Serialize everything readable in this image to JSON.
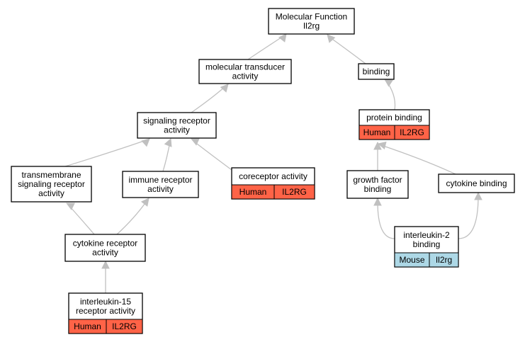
{
  "diagram": {
    "colors": {
      "human": "#ff6347",
      "mouse": "#add8e6",
      "edge": "#c0c0c0"
    },
    "nodes": {
      "root": {
        "lines": [
          "Molecular Function",
          "Il2rg"
        ]
      },
      "transducer": {
        "lines": [
          "molecular transducer",
          "activity"
        ]
      },
      "binding": {
        "lines": [
          "binding"
        ]
      },
      "signaling": {
        "lines": [
          "signaling receptor",
          "activity"
        ]
      },
      "protein_binding": {
        "lines": [
          "protein binding"
        ],
        "tags": [
          "Human",
          "IL2RG"
        ]
      },
      "transmembrane": {
        "lines": [
          "transmembrane",
          "signaling receptor",
          "activity"
        ]
      },
      "immune": {
        "lines": [
          "immune receptor",
          "activity"
        ]
      },
      "coreceptor": {
        "lines": [
          "coreceptor activity"
        ],
        "tags": [
          "Human",
          "IL2RG"
        ]
      },
      "growth_factor": {
        "lines": [
          "growth factor",
          "binding"
        ]
      },
      "cytokine_binding": {
        "lines": [
          "cytokine binding"
        ]
      },
      "cytokine_receptor": {
        "lines": [
          "cytokine receptor",
          "activity"
        ]
      },
      "il2_binding": {
        "lines": [
          "interleukin-2",
          "binding"
        ],
        "tags": [
          "Mouse",
          "Il2rg"
        ]
      },
      "il15": {
        "lines": [
          "interleukin-15",
          "receptor activity"
        ],
        "tags": [
          "Human",
          "IL2RG"
        ]
      }
    }
  }
}
